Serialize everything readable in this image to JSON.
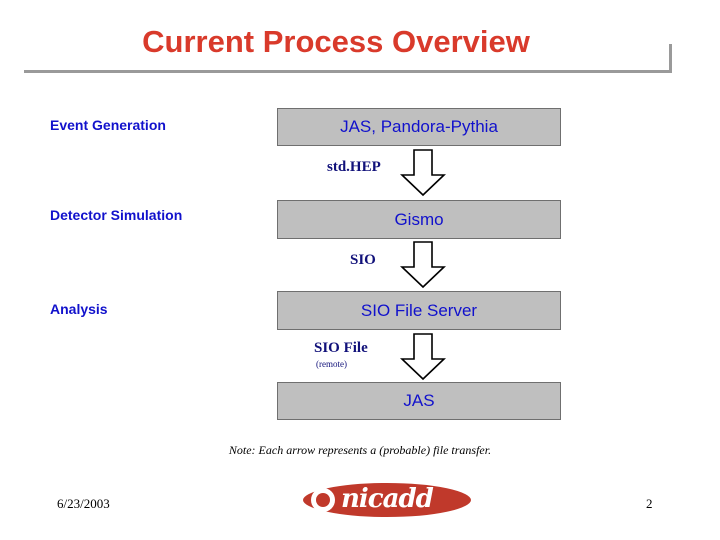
{
  "slide": {
    "title": "Current Process Overview",
    "note": "Note: Each arrow represents a (probable) file transfer.",
    "accent_title_color": "#d93a2b",
    "label_color": "#1111cc",
    "box_fill_color": "#bfbfbf",
    "arrow_label_color": "#11117a"
  },
  "rows": [
    {
      "label": "Event Generation",
      "box": "JAS, Pandora-Pythia"
    },
    {
      "label": "Detector Simulation",
      "box": "Gismo"
    },
    {
      "label": "Analysis",
      "box": "SIO File Server"
    },
    {
      "label": "",
      "box": "JAS"
    }
  ],
  "arrows": [
    {
      "label": "std.HEP",
      "sublabel": ""
    },
    {
      "label": "SIO",
      "sublabel": ""
    },
    {
      "label": "SIO File",
      "sublabel": "(remote)"
    }
  ],
  "footer": {
    "date": "6/23/2003",
    "page_number": "2",
    "logo_text": "nicadd"
  }
}
